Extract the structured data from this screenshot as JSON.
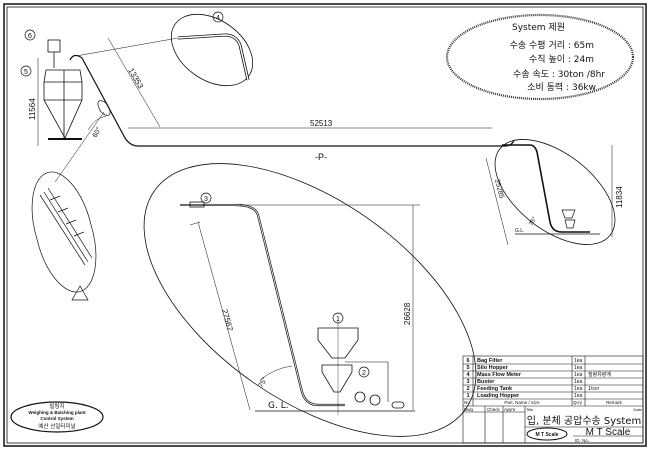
{
  "spec": {
    "title": "System 제원",
    "lines": [
      "수송 수평 거리 : 65m",
      "수직 높이 : 24m",
      "수송 속도 : 30ton /8hr",
      "소비 동력 : 36kw"
    ]
  },
  "dimensions": {
    "silo_height": "11564",
    "incline_length": "13353",
    "angle_top": "60°",
    "horizontal": "52513",
    "pipe_label": "-P-",
    "detail_height": "26628",
    "detail_incline": "27567",
    "detail_angle": "75°",
    "ground_level": "G. L.",
    "right_height": "11834",
    "right_incline": "25285",
    "right_angle": "75°",
    "right_gl": "G.L."
  },
  "markers": [
    "1",
    "2",
    "3",
    "4",
    "5",
    "6"
  ],
  "parts": [
    {
      "no": "6",
      "name": "Bag Filter",
      "qty": "1ea",
      "remark": ""
    },
    {
      "no": "5",
      "name": "Silo Hopper",
      "qty": "1ea",
      "remark": ""
    },
    {
      "no": "4",
      "name": "Mass Flow Meter",
      "qty": "1ea",
      "remark": "질량유량계"
    },
    {
      "no": "3",
      "name": "Buster",
      "qty": "1ea",
      "remark": ""
    },
    {
      "no": "2",
      "name": "Feeding Tank",
      "qty": "1ea",
      "remark": "1ton"
    },
    {
      "no": "1",
      "name": "Loading Hopper",
      "qty": "1ea",
      "remark": ""
    }
  ],
  "title_block": {
    "h_no": "No.",
    "h_part": "Part. Name / Size",
    "h_qty": "Qu'y",
    "h_remark": "Remark",
    "dwg": "Dwg",
    "check": "Check",
    "app": "App'e",
    "title_label": "Title",
    "scale_label": "Scale",
    "drawing_title": "입, 분체 공압수송 System",
    "company": "M T Scale",
    "id_label": "ID. No.",
    "logo_text": "M T Scale"
  },
  "stamp": {
    "line1": "빌링지",
    "line2": "Weighing & Batching plant",
    "line3": "Control System",
    "line4": "예산 선일터미널"
  }
}
